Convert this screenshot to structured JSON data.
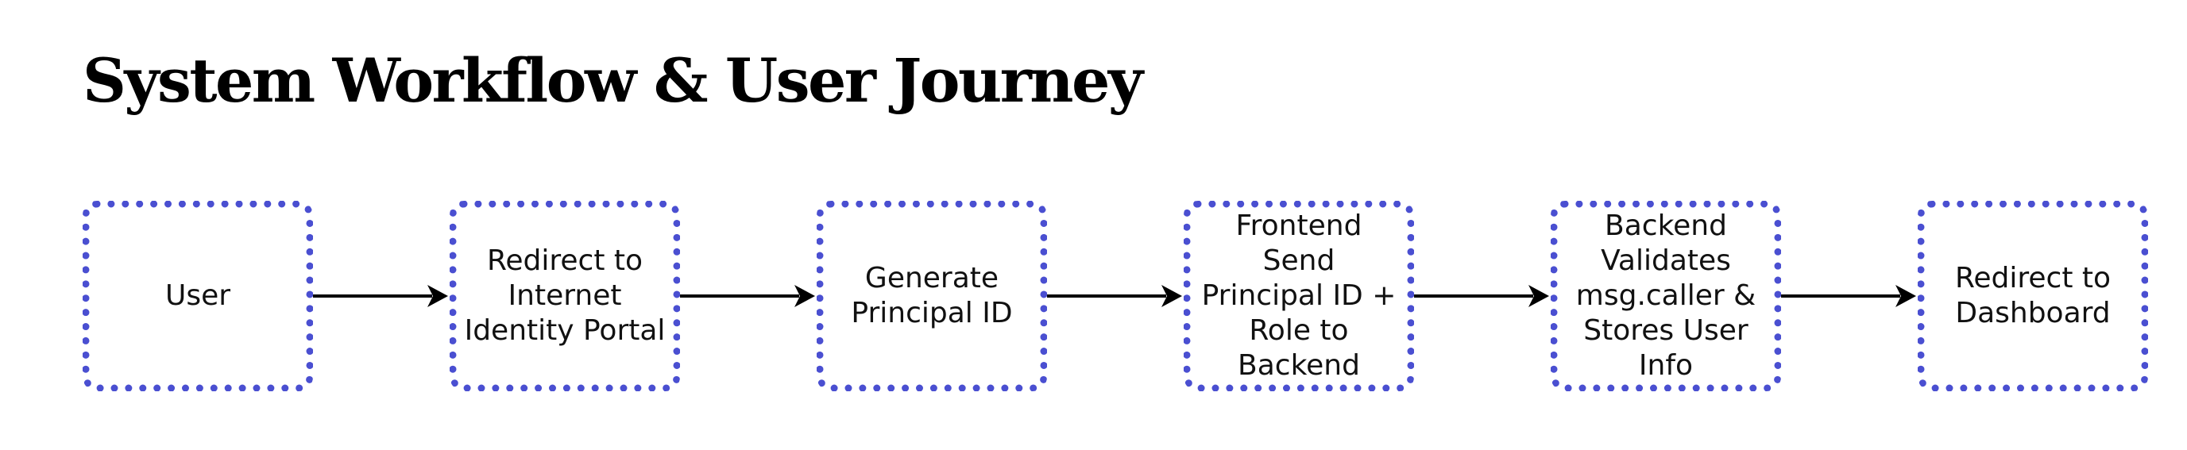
{
  "title": "System Workflow & User Journey",
  "colors": {
    "node_border": "#4a4fd1",
    "arrow": "#000000",
    "text": "#111111"
  },
  "nodes": [
    {
      "id": "user",
      "label": "User"
    },
    {
      "id": "redirect-ii",
      "label": "Redirect to\nInternet\nIdentity Portal"
    },
    {
      "id": "generate-principal",
      "label": "Generate\nPrincipal ID"
    },
    {
      "id": "frontend-send",
      "label": "Frontend\nSend\nPrincipal ID +\nRole to\nBackend"
    },
    {
      "id": "backend-validates",
      "label": "Backend\nValidates\nmsg.caller &\nStores User\nInfo"
    },
    {
      "id": "redirect-dashboard",
      "label": "Redirect to\nDashboard"
    }
  ],
  "edges": [
    {
      "from": "user",
      "to": "redirect-ii"
    },
    {
      "from": "redirect-ii",
      "to": "generate-principal"
    },
    {
      "from": "generate-principal",
      "to": "frontend-send"
    },
    {
      "from": "frontend-send",
      "to": "backend-validates"
    },
    {
      "from": "backend-validates",
      "to": "redirect-dashboard"
    }
  ]
}
